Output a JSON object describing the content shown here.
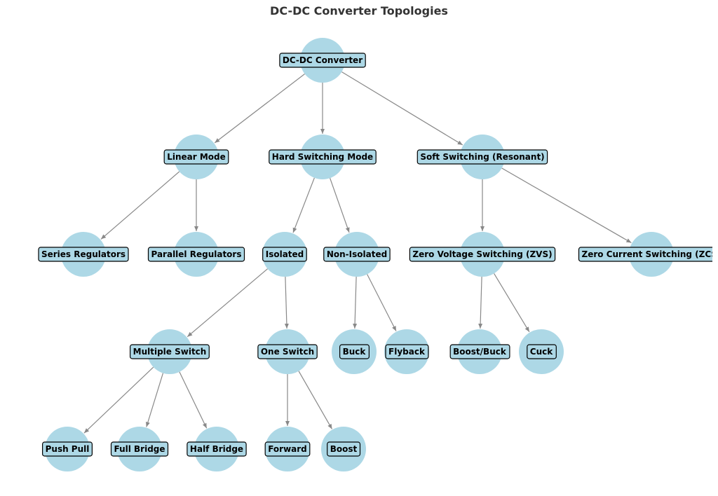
{
  "title": "DC-DC Converter Topologies",
  "colors": {
    "node_fill": "#add8e6",
    "edge": "#888888",
    "title_text": "#333333",
    "label_text": "#000000"
  },
  "nodes": [
    {
      "id": "dcdc",
      "label": "DC-DC Converter"
    },
    {
      "id": "linear",
      "label": "Linear Mode"
    },
    {
      "id": "hard",
      "label": "Hard Switching Mode"
    },
    {
      "id": "soft",
      "label": "Soft Switching (Resonant)"
    },
    {
      "id": "series",
      "label": "Series Regulators"
    },
    {
      "id": "parallel",
      "label": "Parallel Regulators"
    },
    {
      "id": "isolated",
      "label": "Isolated"
    },
    {
      "id": "nonisolated",
      "label": "Non-Isolated"
    },
    {
      "id": "zvs",
      "label": "Zero Voltage Switching (ZVS)"
    },
    {
      "id": "zcs",
      "label": "Zero Current Switching (ZCS)"
    },
    {
      "id": "multiple",
      "label": "Multiple Switch"
    },
    {
      "id": "one",
      "label": "One Switch"
    },
    {
      "id": "buck",
      "label": "Buck"
    },
    {
      "id": "flyback",
      "label": "Flyback"
    },
    {
      "id": "boostbuck",
      "label": "Boost/Buck"
    },
    {
      "id": "cuck",
      "label": "Cuck"
    },
    {
      "id": "pushpull",
      "label": "Push Pull"
    },
    {
      "id": "fullbridge",
      "label": "Full Bridge"
    },
    {
      "id": "halfbridge",
      "label": "Half Bridge"
    },
    {
      "id": "forward",
      "label": "Forward"
    },
    {
      "id": "boost",
      "label": "Boost"
    }
  ],
  "edges": [
    {
      "from": "dcdc",
      "to": "linear"
    },
    {
      "from": "dcdc",
      "to": "hard"
    },
    {
      "from": "dcdc",
      "to": "soft"
    },
    {
      "from": "linear",
      "to": "series"
    },
    {
      "from": "linear",
      "to": "parallel"
    },
    {
      "from": "hard",
      "to": "isolated"
    },
    {
      "from": "hard",
      "to": "nonisolated"
    },
    {
      "from": "soft",
      "to": "zvs"
    },
    {
      "from": "soft",
      "to": "zcs"
    },
    {
      "from": "isolated",
      "to": "multiple"
    },
    {
      "from": "isolated",
      "to": "one"
    },
    {
      "from": "nonisolated",
      "to": "buck"
    },
    {
      "from": "nonisolated",
      "to": "flyback"
    },
    {
      "from": "zvs",
      "to": "boostbuck"
    },
    {
      "from": "zvs",
      "to": "cuck"
    },
    {
      "from": "multiple",
      "to": "pushpull"
    },
    {
      "from": "multiple",
      "to": "fullbridge"
    },
    {
      "from": "multiple",
      "to": "halfbridge"
    },
    {
      "from": "one",
      "to": "forward"
    },
    {
      "from": "one",
      "to": "boost"
    }
  ]
}
